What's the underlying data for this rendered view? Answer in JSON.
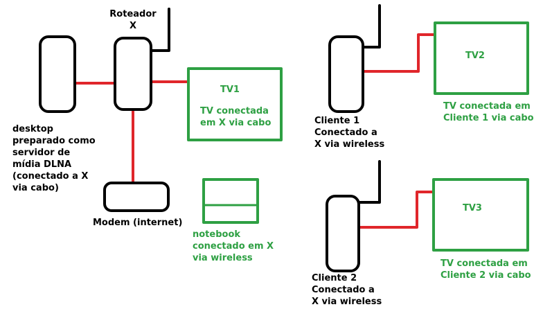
{
  "colors": {
    "ink": "#000000",
    "cable": "#e0262b",
    "green": "#2ea043"
  },
  "labels": {
    "router": "Roteador\nX",
    "desktop": "desktop\npreparado como\nservidor de\nmídia DLNA\n(conectado a X\nvia cabo)",
    "modem": "Modem (internet)",
    "tv1_title": "TV1",
    "tv1_desc": "TV conectada\nem X via cabo",
    "notebook": "notebook\nconectado em X\nvia wireless",
    "client1": "Cliente 1\nConectado a\nX via wireless",
    "tv2_title": "TV2",
    "tv2_desc": "TV conectada em\nCliente 1 via cabo",
    "client2": "Cliente 2\nConectado a\nX via wireless",
    "tv3_title": "TV3",
    "tv3_desc": "TV conectada em\nCliente 2 via cabo"
  }
}
